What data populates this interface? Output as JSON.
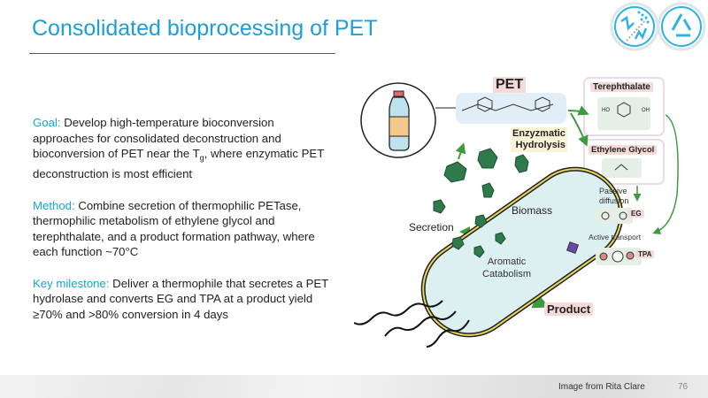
{
  "slide": {
    "title": "Consolidated bioprocessing of PET",
    "page_number": "76",
    "credit": "Image from Rita Clare"
  },
  "body": {
    "goal_label": "Goal:",
    "goal_text_1": " Develop high-temperature bioconversion approaches for consolidated deconstruction and bioconversion of PET near the T",
    "goal_sub": "g",
    "goal_text_2": ", where enzymatic PET deconstruction is most efficient",
    "method_label": "Method:",
    "method_text": " Combine secretion of thermophilic PETase, thermophilic metabolism of ethylene glycol and terephthalate, and a product formation pathway, where each function ~70°C",
    "milestone_label": "Key milestone:",
    "milestone_text": " Deliver a thermophile that secretes a PET hydrolase and converts EG and TPA at a product yield ≥70% and >80% conversion in 4 days"
  },
  "diagram": {
    "pet": "PET",
    "terephthalate": "Terephthalate",
    "ethylene_glycol": "Ethylene Glycol",
    "enzymatic_1": "Enzyzmatic",
    "enzymatic_2": "Hydrolysis",
    "biomass": "Biomass",
    "secretion": "Secretion",
    "aromatic_1": "Aromatic",
    "aromatic_2": "Catabolism",
    "product": "Product",
    "passive_1": "Passive",
    "passive_2": "diffusion",
    "eg": "EG",
    "active_transport": "Active transport",
    "tpa": "TPA",
    "ho": "HO",
    "oh": "OH"
  },
  "colors": {
    "accent": "#1c9fd6",
    "arrow": "#3e9a3e",
    "enzyme": "#2f7a4b",
    "tag_bg": "#f6d9d9"
  }
}
